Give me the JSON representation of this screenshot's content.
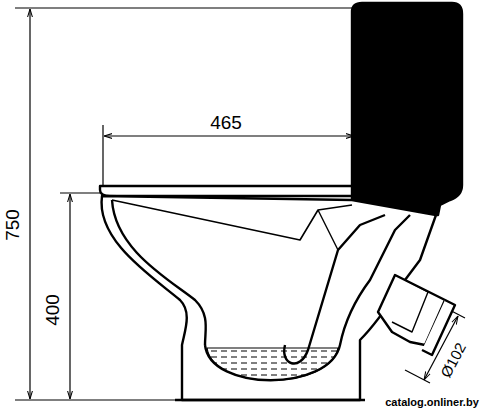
{
  "diagram": {
    "labels": [
      "750",
      "465",
      "400",
      "Ø102",
      "catalog.onliner.by"
    ]
  }
}
